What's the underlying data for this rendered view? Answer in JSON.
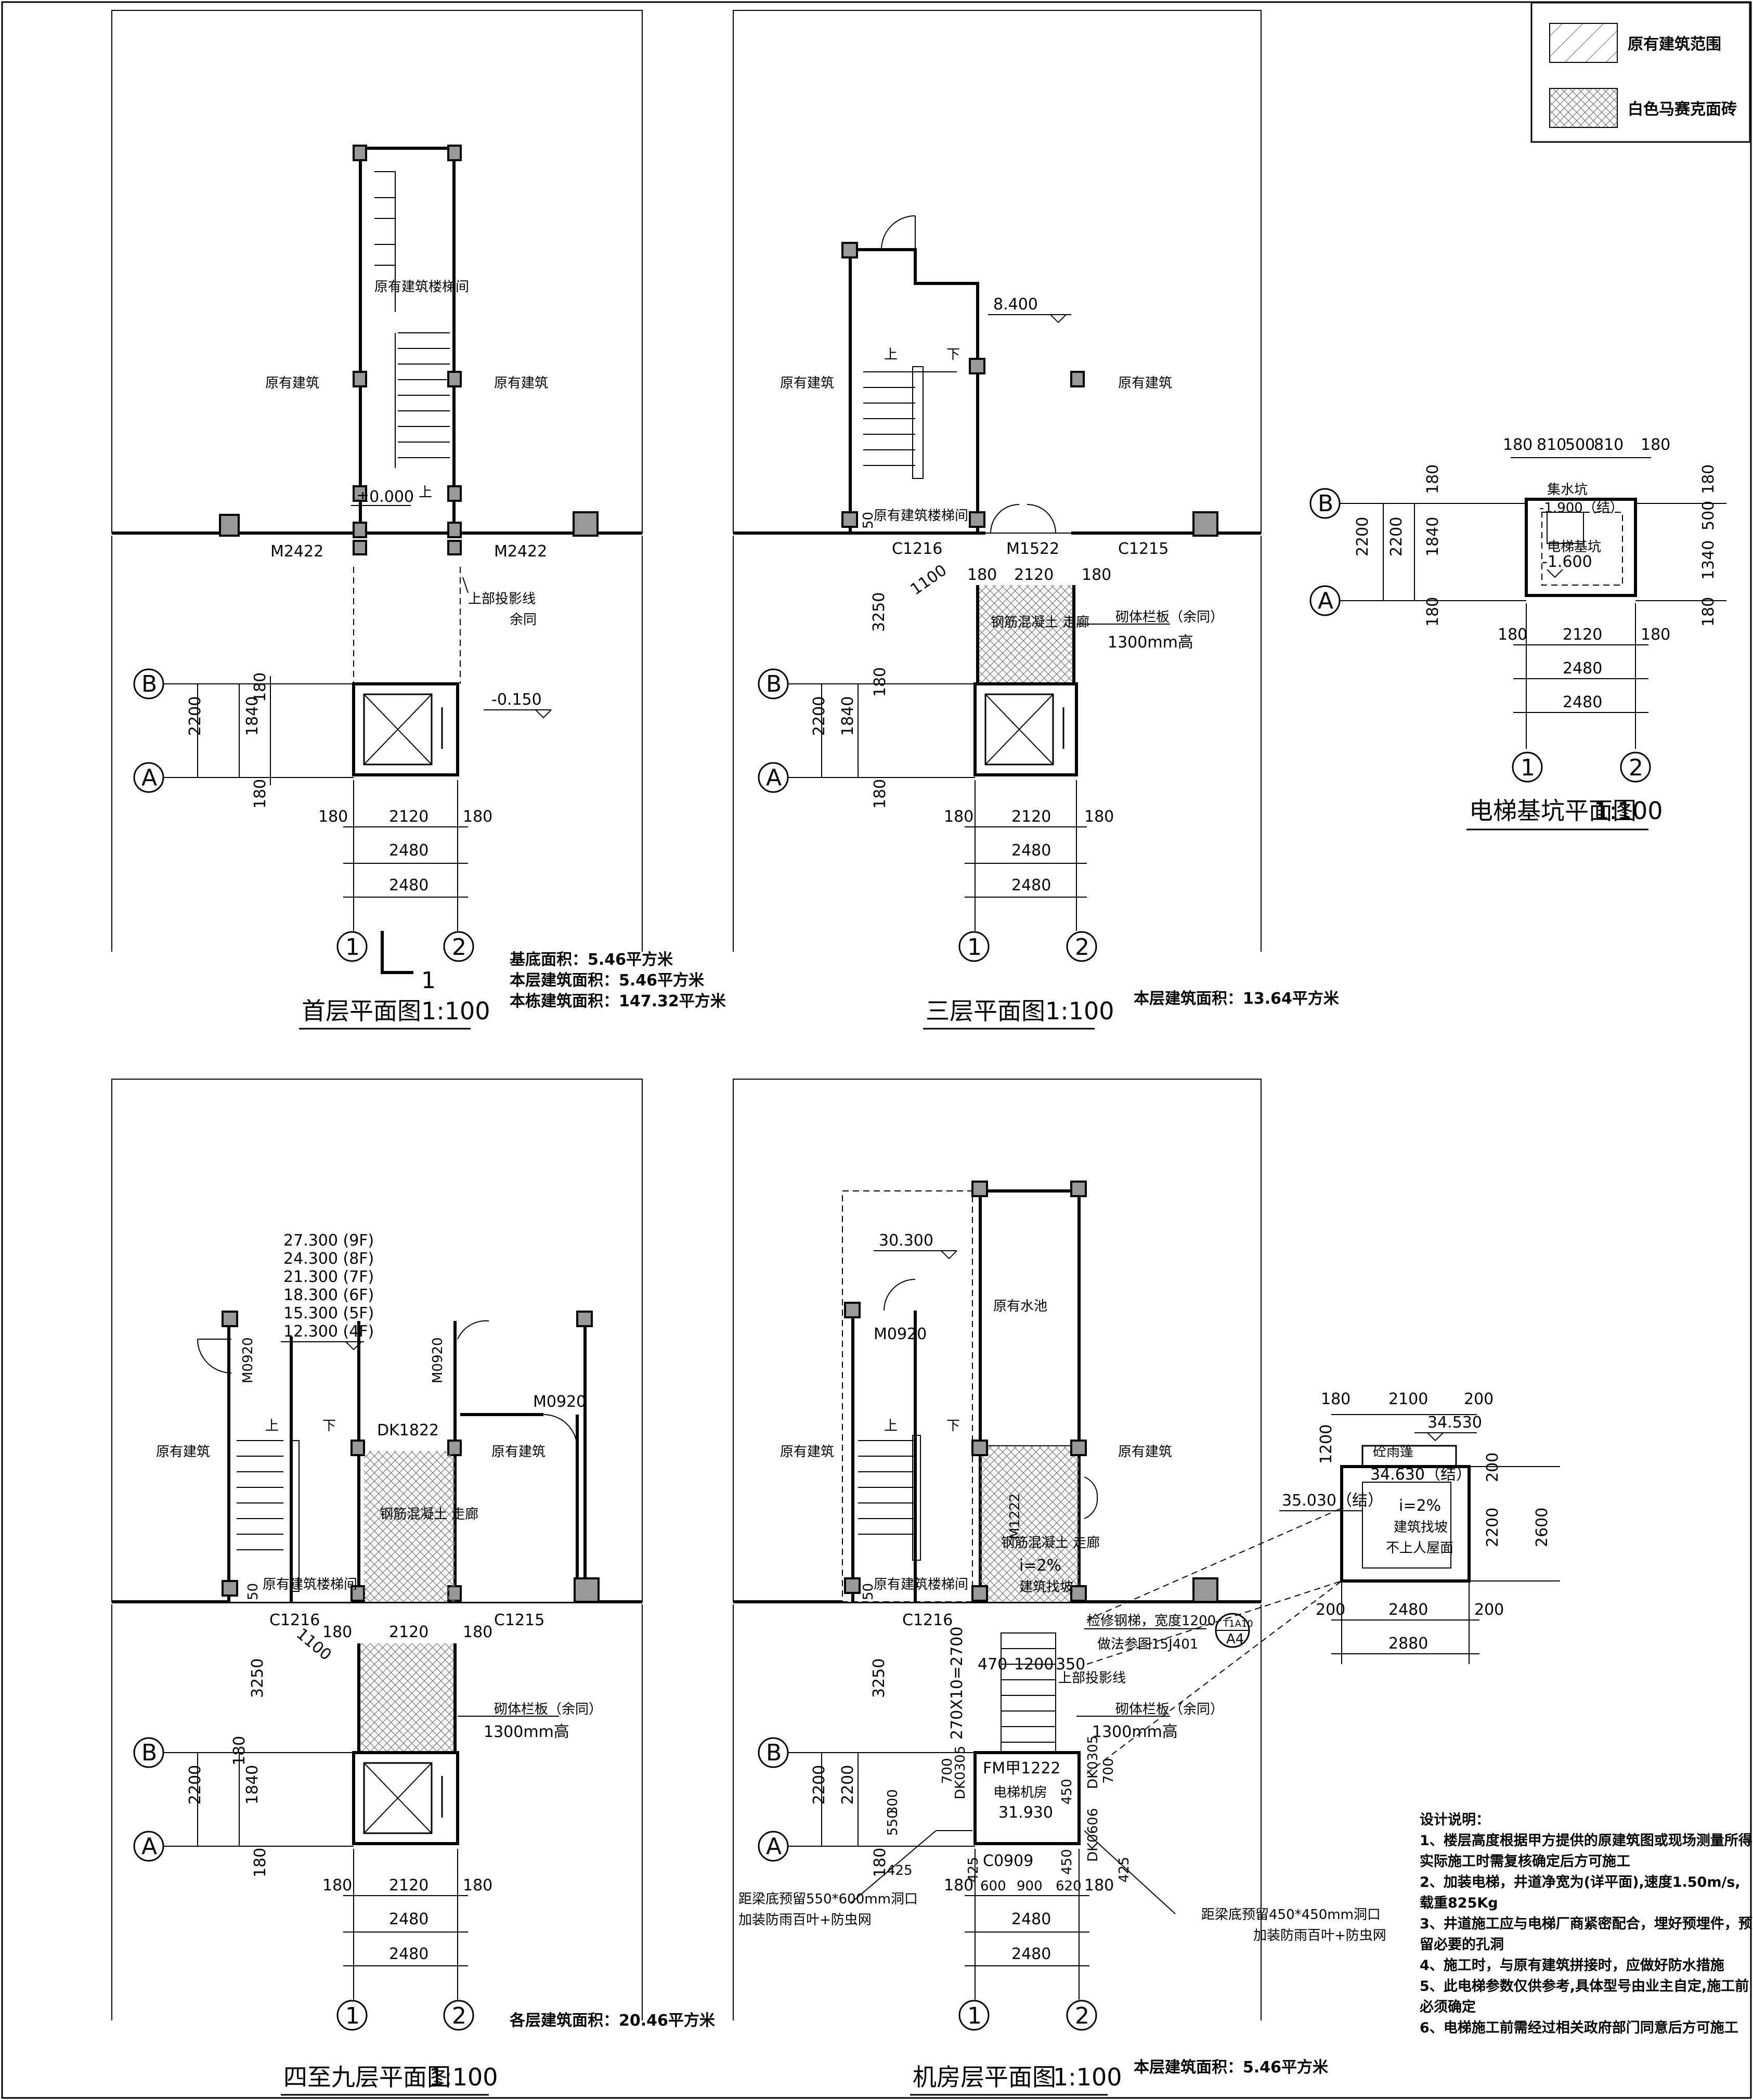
{
  "legend": {
    "existing": "原有建筑范围",
    "mosaic": "白色马赛克面砖"
  },
  "common": {
    "existing_building": "原有建筑",
    "axis_a": "A",
    "axis_b": "B",
    "axis_1": "1",
    "axis_2": "2",
    "dims": {
      "d2200": "2200",
      "d1840": "1840",
      "d180": "180",
      "d2120": "2120",
      "d2480": "2480",
      "d3250": "3250",
      "d50": "50"
    },
    "corridor": "钢筋混凝土\n走廊",
    "railing": "砌体栏板（余同）",
    "railing_h": "1300mm高",
    "up": "上",
    "down": "下",
    "c1216": "C1216",
    "c1215": "C1215",
    "d1100": "1100"
  },
  "plan1": {
    "title": "首层平面图",
    "scale": "1:100",
    "stair_label": "原有建筑楼梯间",
    "elev0": "±0.000",
    "elev_pit": "-0.150",
    "m2422": "M2422",
    "projection": "上部投影线",
    "same": "余同",
    "section": "1",
    "area1": "基底面积：5.46平方米",
    "area2": "本层建筑面积：5.46平方米",
    "area3": "本栋建筑面积：147.32平方米"
  },
  "plan3": {
    "title": "三层平面图",
    "scale": "1:100",
    "elev": "8.400",
    "m1522": "M1522",
    "stair_label": "原有建筑楼梯间",
    "area": "本层建筑面积：13.64平方米"
  },
  "plan4": {
    "title": "四至九层平面图",
    "scale": "1:100",
    "elevs": [
      "27.300 (9F)",
      "24.300 (8F)",
      "21.300 (7F)",
      "18.300 (6F)",
      "15.300 (5F)",
      "12.300 (4F)"
    ],
    "m0920": "M0920",
    "dk1822": "DK1822",
    "stair_label": "原有建筑楼梯间",
    "area": "各层建筑面积：20.46平方米"
  },
  "planM": {
    "title": "机房层平面图",
    "scale": "1:100",
    "elev": "30.300",
    "m0920": "M0920",
    "existing_water": "原有水池",
    "m1222": "M1222",
    "slope": "i=2%",
    "find_slope": "建筑找坡",
    "ladder": "检修钢梯，宽度1200",
    "ladder_ref": "做法参图15J401",
    "ref_top": "T1A10",
    "ref_bot": "A4",
    "proj": "上部投影线",
    "fm": "FM甲1222",
    "machine_room": "电梯机房",
    "elev_mr": "31.930",
    "c0909": "C0909",
    "dk0305": "DK0305",
    "dk0606": "DK0606",
    "dims": {
      "d270": "270X10=2700",
      "d470": "470",
      "d1200": "1200",
      "d350": "350",
      "d700": "700",
      "d300": "300",
      "d550": "550",
      "d425": "425",
      "d600": "600",
      "d900": "900",
      "d620": "620",
      "d450": "450"
    },
    "vent1": "距梁底预留550*600mm洞口",
    "vent1b": "加装防雨百叶+防虫网",
    "vent2": "距梁底预留450*450mm洞口",
    "vent2b": "加装防雨百叶+防虫网",
    "area": "本层建筑面积：5.46平方米"
  },
  "pit": {
    "title": "电梯基坑平面图",
    "scale": "1:100",
    "sump": "集水坑",
    "sump_elev": "-1.900（结）",
    "pit": "电梯基坑",
    "pit_elev": "-1.600",
    "dims_top": [
      "180",
      "810",
      "500",
      "810",
      "180"
    ],
    "dims_right": [
      "180",
      "500",
      "1340",
      "180"
    ],
    "d2120": "2120",
    "d2480a": "2480",
    "d2480b": "2480"
  },
  "roof": {
    "d180": "180",
    "d2100": "2100",
    "d200": "200",
    "elev1": "34.530",
    "d1200": "1200",
    "canopy": "砼雨篷",
    "elev2": "34.630（结）",
    "elev3": "35.030（结）",
    "slope": "i=2%",
    "find": "建筑找坡",
    "noaccess": "不上人屋面",
    "d2200": "2200",
    "d2600": "2600",
    "d2480": "2480",
    "d2880": "2880"
  },
  "notes": {
    "title": "设计说明：",
    "lines": [
      "1、楼层高度根据甲方提供的原建筑图或现场测量所得,",
      "实际施工时需复核确定后方可施工",
      "2、加装电梯，井道净宽为(详平面),速度1.50m/s,",
      "载重825Kg",
      "3、井道施工应与电梯厂商紧密配合，埋好预埋件，预",
      "留必要的孔洞",
      "4、施工时，与原有建筑拼接时，应做好防水措施",
      "5、此电梯参数仅供参考,具体型号由业主自定,施工前",
      "必须确定",
      "6、电梯施工前需经过相关政府部门同意后方可施工"
    ]
  }
}
